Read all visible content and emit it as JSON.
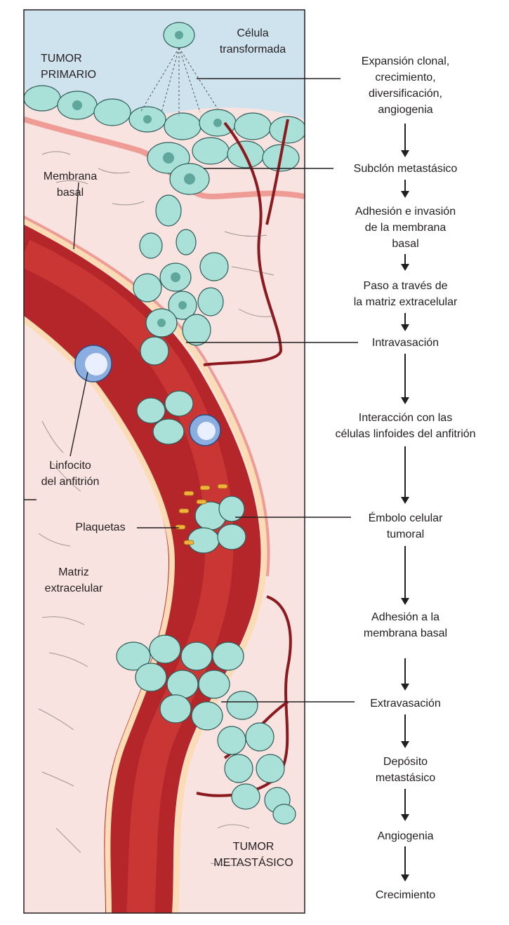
{
  "illustration": {
    "colors": {
      "sky": "#cfe3ef",
      "tissue": "#f9e3e0",
      "membrane": "#ee9c95",
      "vessel": "#b5262b",
      "vessel_light": "#e24c40",
      "vessel_wall": "#fbdcb4",
      "tumor_cell": "#a9e0d8",
      "tumor_nucleus": "#5fa79c",
      "lymphocyte": "#8aaee0",
      "platelet": "#f2b23b",
      "capillary": "#8b1a1f"
    }
  },
  "labels": {
    "tumor_primario": [
      "TUMOR",
      "PRIMARIO"
    ],
    "celula_transformada": [
      "Célula",
      "transformada"
    ],
    "membrana_basal": [
      "Membrana",
      "basal"
    ],
    "linfocito": [
      "Linfocito",
      "del anfitrión"
    ],
    "plaquetas": "Plaquetas",
    "matriz": [
      "Matriz",
      "extracelular"
    ],
    "tumor_metastasico": [
      "TUMOR",
      "METASTÁSICO"
    ]
  },
  "steps": [
    {
      "lines": [
        "Expansión clonal,",
        "crecimiento,",
        "diversificación,",
        "angiogenia"
      ]
    },
    {
      "lines": [
        "Subclón metastásico"
      ]
    },
    {
      "lines": [
        "Adhesión e invasión",
        "de la membrana",
        "basal"
      ]
    },
    {
      "lines": [
        "Paso a través de",
        "la matriz extracelular"
      ]
    },
    {
      "lines": [
        "Intravasación"
      ]
    },
    {
      "lines": [
        "Interacción con las",
        "células linfoides del anfitrión"
      ]
    },
    {
      "lines": [
        "Émbolo celular",
        "tumoral"
      ]
    },
    {
      "lines": [
        "Adhesión a la",
        "membrana basal"
      ]
    },
    {
      "lines": [
        "Extravasación"
      ]
    },
    {
      "lines": [
        "Depósito",
        "metastásico"
      ]
    },
    {
      "lines": [
        "Angiogenia"
      ]
    },
    {
      "lines": [
        "Crecimiento"
      ]
    }
  ]
}
